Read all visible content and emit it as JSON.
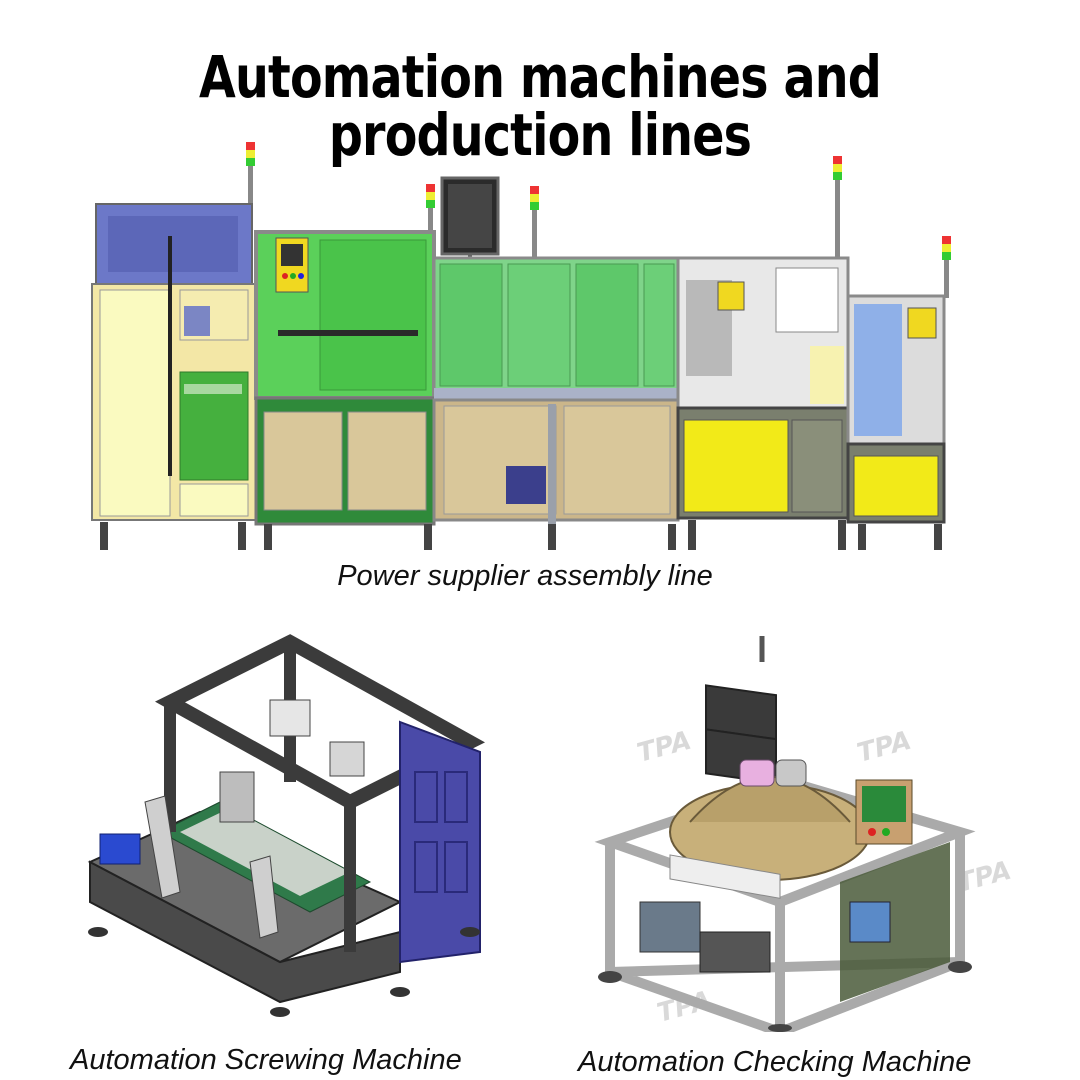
{
  "title": "Automation machines and production lines",
  "captions": {
    "line": "Power supplier assembly line",
    "screwing": "Automation Screwing Machine",
    "checking": "Automation Checking Machine"
  },
  "watermark": "TPA",
  "colors": {
    "cabinet_yellow": "#fafaa0",
    "green_panel": "#4cc44a",
    "beige_door": "#d9c79a",
    "bright_yellow": "#f2ea18",
    "blue_housing": "#4a4aa8",
    "frame_gray": "#8c8c8c"
  },
  "icons": [
    "signal-tower-icon",
    "monitor-icon",
    "control-panel-icon"
  ]
}
